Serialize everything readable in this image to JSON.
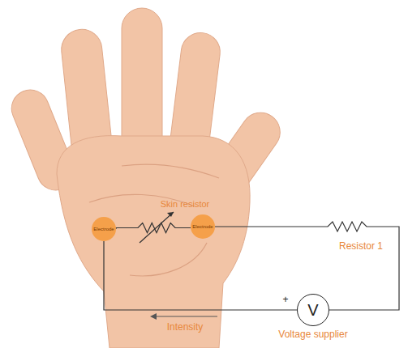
{
  "diagram": {
    "nodes": [
      {
        "text": [
          "Electrode"
        ]
      },
      {
        "text": [
          "Electrode"
        ]
      },
      {
        "text": [
          "V",
          "Voltage supplier"
        ]
      }
    ],
    "edges": [
      {
        "from": 0,
        "to": 1,
        "arrow": "none"
      },
      {
        "from": 1,
        "to": 2,
        "arrow": "none"
      },
      {
        "from": 2,
        "to": 0,
        "arrow": "none"
      }
    ],
    "labels": [
      "Skin resistor",
      "Resistor 1",
      "+",
      "Intensity"
    ]
  }
}
